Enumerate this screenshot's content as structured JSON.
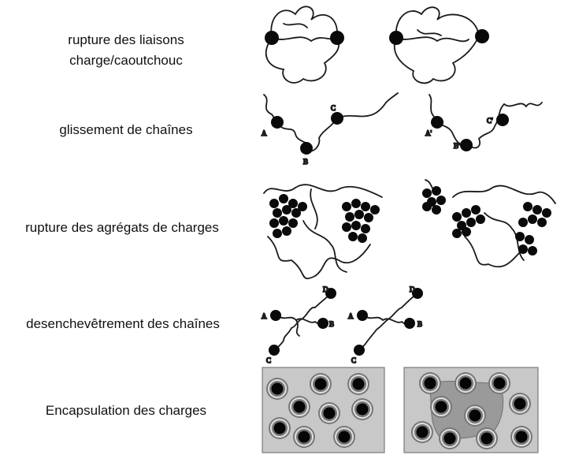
{
  "rows": [
    {
      "label_line1": "rupture des liaisons",
      "label_line2": "charge/caoutchouc"
    },
    {
      "label": "glissement de chaînes",
      "points_left": [
        "A",
        "B",
        "C"
      ],
      "points_right": [
        "A'",
        "B'",
        "C'"
      ]
    },
    {
      "label": "rupture des agrégats de charges"
    },
    {
      "label": "desenchevêtrement des chaînes",
      "points": [
        "A",
        "B",
        "C",
        "D"
      ]
    },
    {
      "label": "Encapsulation des charges"
    }
  ],
  "colors": {
    "filler": "#0a0a0a",
    "chain": "#1a1a1a",
    "box": "#c8c8c8",
    "shell": "#9a9a9a"
  }
}
